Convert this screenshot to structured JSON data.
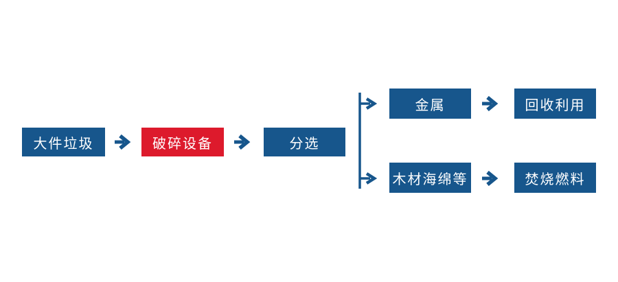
{
  "diagram": {
    "type": "flowchart",
    "description": "Bulky waste crushing and sorting process flow",
    "nodes": {
      "bulky_waste": {
        "label": "大件垃圾",
        "color": "#17568C"
      },
      "crushing_equipment": {
        "label": "破碎设备",
        "color": "#DD1A2C"
      },
      "sorting": {
        "label": "分选",
        "color": "#17568C"
      },
      "metal": {
        "label": "金属",
        "color": "#17568C"
      },
      "recycling": {
        "label": "回收利用",
        "color": "#17568C"
      },
      "wood_sponge_etc": {
        "label": "木材海绵等",
        "color": "#17568C"
      },
      "incineration_fuel": {
        "label": "焚烧燃料",
        "color": "#17568C"
      }
    },
    "edges": [
      {
        "from": "bulky_waste",
        "to": "crushing_equipment"
      },
      {
        "from": "crushing_equipment",
        "to": "sorting"
      },
      {
        "from": "sorting",
        "to": "metal"
      },
      {
        "from": "sorting",
        "to": "wood_sponge_etc"
      },
      {
        "from": "metal",
        "to": "recycling"
      },
      {
        "from": "wood_sponge_etc",
        "to": "incineration_fuel"
      }
    ],
    "colors": {
      "primary_blue": "#17568C",
      "accent_red": "#DD1A2C",
      "text": "#FFFFFF",
      "background": "#FFFFFF"
    }
  }
}
